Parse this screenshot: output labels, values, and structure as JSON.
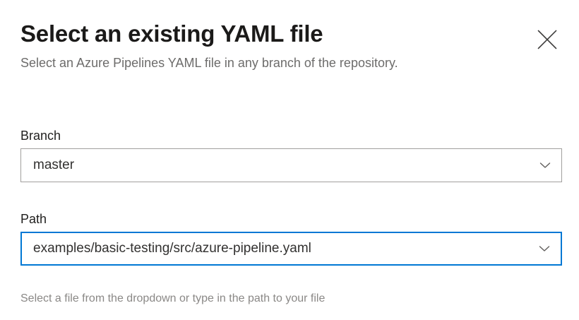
{
  "dialog": {
    "title": "Select an existing YAML file",
    "subtitle": "Select an Azure Pipelines YAML file in any branch of the repository.",
    "close_icon": "close-icon"
  },
  "form": {
    "branch": {
      "label": "Branch",
      "value": "master",
      "placeholder": "",
      "chevron_icon": "chevron-down-icon",
      "focused": false
    },
    "path": {
      "label": "Path",
      "value": "examples/basic-testing/src/azure-pipeline.yaml",
      "placeholder": "",
      "chevron_icon": "chevron-down-icon",
      "focused": true,
      "help_text": "Select a file from the dropdown or type in the path to your file"
    }
  },
  "colors": {
    "accent_blue": "#0078d4",
    "border_gray": "#a19f9d",
    "title_text": "#1b1a19",
    "subtitle_text": "#6d6c6b",
    "help_text": "#8a8886",
    "background": "#ffffff"
  }
}
